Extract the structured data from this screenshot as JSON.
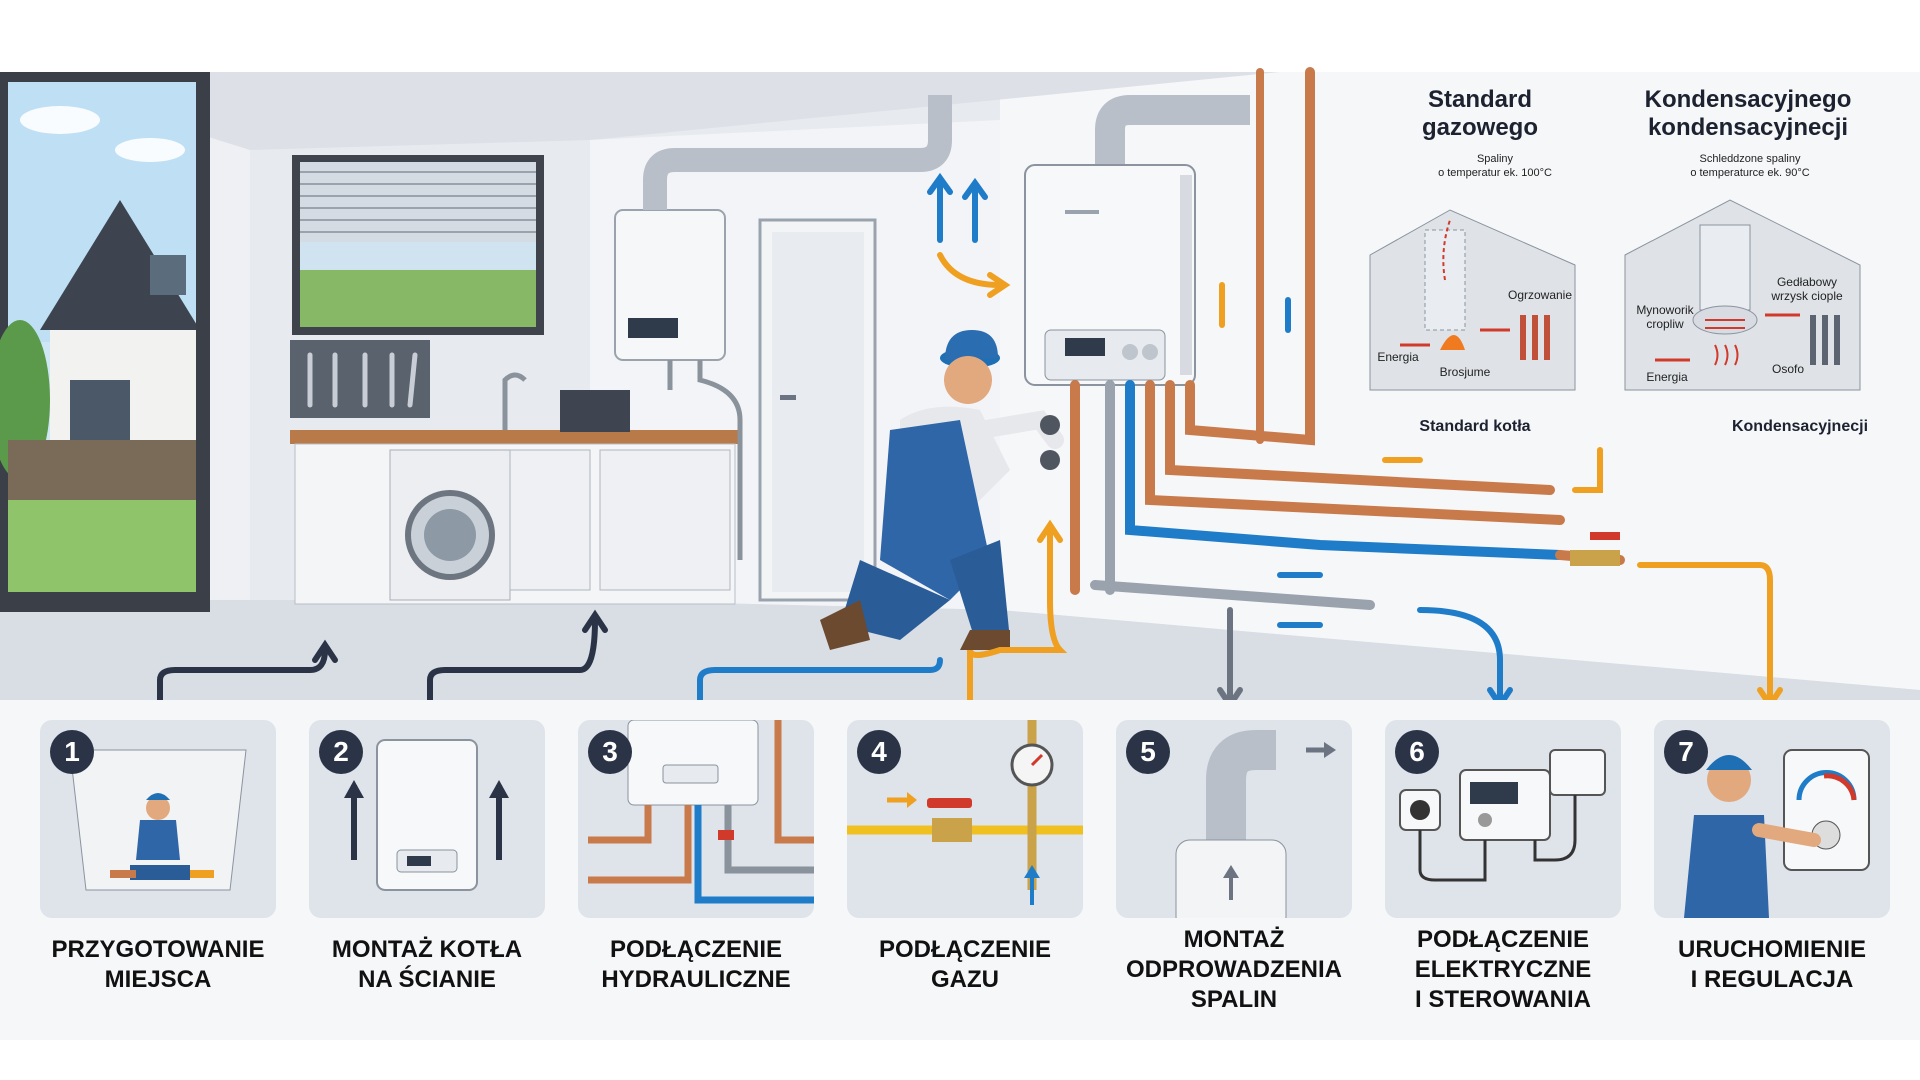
{
  "comparison": {
    "standard": {
      "title": "Standard\ngazowego",
      "flue_note": "Spaliny\no temperatur ek. 100°C",
      "label_right": "Ogrzowanie",
      "label_energy": "Energia",
      "label_bottom": "Brosjume",
      "footer": "Standard kotła"
    },
    "condensing": {
      "title": "Kondensacyjnego\nkondensacyjnecji",
      "flue_note": "Schleddzone spaliny\no temperaturce ek. 90°C",
      "label_top_right": "Gedłabowy\nwrzysk ciople",
      "label_left": "Mynoworik\ncropliw",
      "label_energy": "Energia",
      "label_bottom": "Osofo",
      "footer": "Kondensacyjnecji"
    }
  },
  "colors": {
    "accent_orange": "#f0a020",
    "accent_blue": "#1f7cc8",
    "copper": "#c87a4a",
    "dark_navy": "#2b3447",
    "card_bg": "#dfe3ea"
  },
  "steps": [
    {
      "number": "1",
      "title": "PRZYGOTOWANIE\nMIEJSCA",
      "icon": "worker-preparing-icon"
    },
    {
      "number": "2",
      "title": "MONTAŻ KOTŁA\nNA ŚCIANIE",
      "icon": "boiler-mount-icon"
    },
    {
      "number": "3",
      "title": "PODŁĄCZENIE\nHYDRAULICZNE",
      "icon": "pipes-icon"
    },
    {
      "number": "4",
      "title": "PODŁĄCZENIE\nGAZU",
      "icon": "gas-valve-icon"
    },
    {
      "number": "5",
      "title": "MONTAŻ\nODPROWADZENIA\nSPALIN",
      "icon": "flue-pipe-icon"
    },
    {
      "number": "6",
      "title": "PODŁĄCZENIE\nELEKTRYCZNE\nI STEROWANIA",
      "icon": "electrical-control-icon"
    },
    {
      "number": "7",
      "title": "URUCHOMIENIE\nI REGULACJA",
      "icon": "thermostat-adjust-icon"
    }
  ]
}
